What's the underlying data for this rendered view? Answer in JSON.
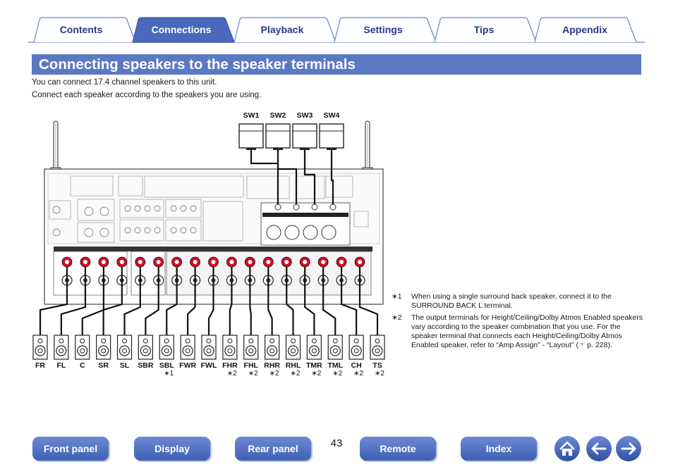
{
  "tabs": [
    {
      "label": "Contents",
      "active": false
    },
    {
      "label": "Connections",
      "active": true
    },
    {
      "label": "Playback",
      "active": false
    },
    {
      "label": "Settings",
      "active": false
    },
    {
      "label": "Tips",
      "active": false
    },
    {
      "label": "Appendix",
      "active": false
    }
  ],
  "page_title": "Connecting speakers to the speaker terminals",
  "intro": {
    "line1": "You can connect 17.4 channel speakers to this unit.",
    "line2": "Connect each speaker according to the speakers you are using."
  },
  "subwoofers": [
    "SW1",
    "SW2",
    "SW3",
    "SW4"
  ],
  "speakers": [
    {
      "label": "FR",
      "note": ""
    },
    {
      "label": "FL",
      "note": ""
    },
    {
      "label": "C",
      "note": ""
    },
    {
      "label": "SR",
      "note": ""
    },
    {
      "label": "SL",
      "note": ""
    },
    {
      "label": "SBR",
      "note": ""
    },
    {
      "label": "SBL",
      "note": "∗1"
    },
    {
      "label": "FWR",
      "note": ""
    },
    {
      "label": "FWL",
      "note": ""
    },
    {
      "label": "FHR",
      "note": "∗2"
    },
    {
      "label": "FHL",
      "note": "∗2"
    },
    {
      "label": "RHR",
      "note": "∗2"
    },
    {
      "label": "RHL",
      "note": "∗2"
    },
    {
      "label": "TMR",
      "note": "∗2"
    },
    {
      "label": "TML",
      "note": "∗2"
    },
    {
      "label": "CH",
      "note": "∗2"
    },
    {
      "label": "TS",
      "note": "∗2"
    }
  ],
  "notes": [
    {
      "mark": "∗1",
      "text": "When using a single surround back speaker, connect it to the SURROUND BACK L terminal."
    },
    {
      "mark": "∗2",
      "text": "The output terminals for Height/Ceiling/Dolby Atmos Enabled speakers vary according to the speaker combination that you use. For the speaker terminal that connects each Height/Ceiling/Dolby Atmos Enabled speaker, refer to “Amp Assign” - “Layout” (☞ p. 228)."
    }
  ],
  "bottom_nav": {
    "front_panel": "Front panel",
    "display": "Display",
    "rear_panel": "Rear panel",
    "page_number": "43",
    "remote": "Remote",
    "index": "Index"
  },
  "icons": [
    "home-icon",
    "back-arrow-icon",
    "forward-arrow-icon"
  ],
  "colors": {
    "accent": "#5b79c3",
    "tab_text": "#233a8c",
    "terminal_red": "#c8102e"
  }
}
